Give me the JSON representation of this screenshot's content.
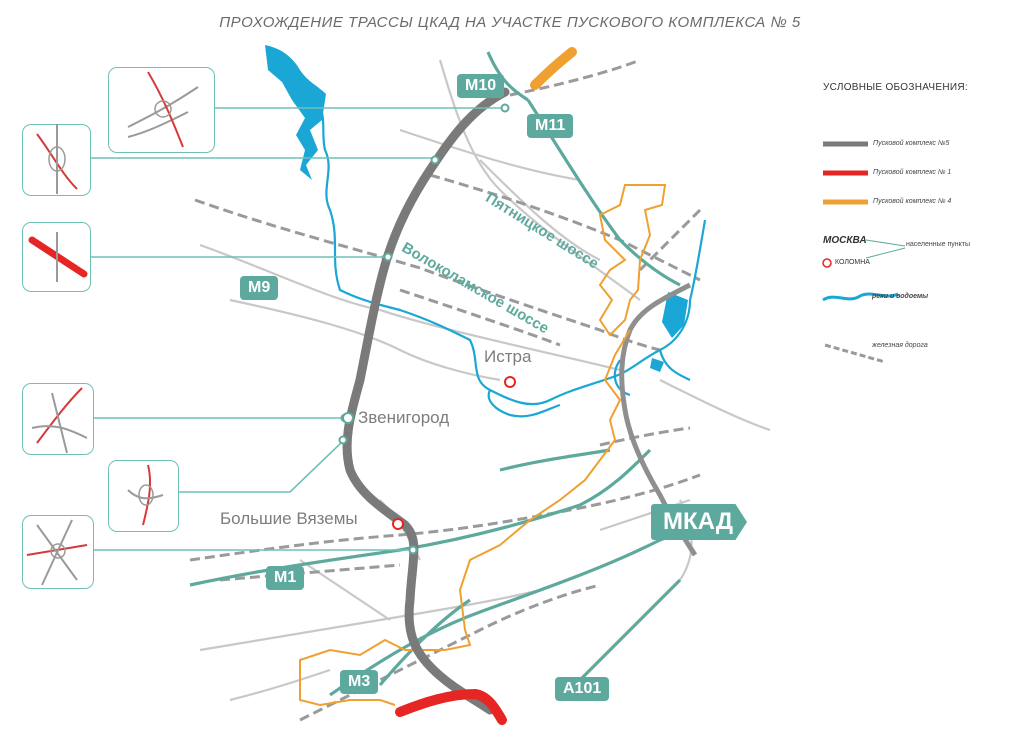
{
  "title": "ПРОХОЖДЕНИЕ ТРАССЫ ЦКАД НА УЧАСТКЕ  ПУСКОВОГО КОМПЛЕКСА № 5",
  "colors": {
    "route_complex5": "#7a7a7a",
    "route_complex1": "#e62525",
    "route_complex4": "#f0a030",
    "road_teal": "#5ea99d",
    "river": "#1aa7d6",
    "minor_road": "#c8c8c8",
    "inset_border": "#6fc1b6"
  },
  "roads": {
    "m10": "М10",
    "m11": "М11",
    "m9": "М9",
    "m1": "М1",
    "m3": "М3",
    "a101": "А101",
    "mkad": "МКАД"
  },
  "road_names": {
    "pyatnitskoe": "Пятницкое шоссе",
    "volokolamskoe": "Волоколамское шоссе"
  },
  "towns": {
    "istra": "Истра",
    "zvenigorod": "Звенигород",
    "bolshie_vyazemy": "Большие Вяземы"
  },
  "legend": {
    "title": "УСЛОВНЫЕ ОБОЗНАЧЕНИЯ:",
    "complex5": "Пусковой комплекс №5",
    "complex1": "Пусковой комплекс № 1",
    "complex4": "Пусковой комплекс № 4",
    "moskva": "МОСКВА",
    "kolomna": "КОЛОМНА",
    "settlements": "населенные пункты",
    "rivers": "реки и водоемы",
    "railway": "железная дорога"
  },
  "icons": {
    "interchange": "interchange-icon",
    "town_marker": "town-marker-icon"
  }
}
